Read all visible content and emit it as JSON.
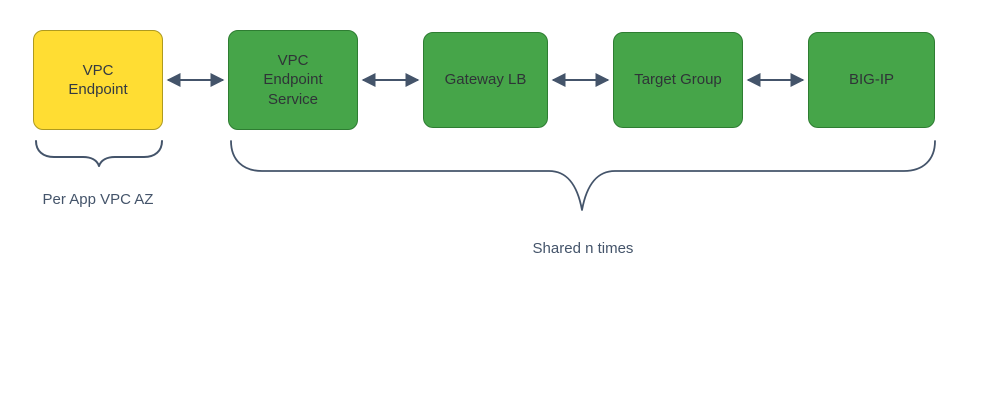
{
  "diagram": {
    "nodes": [
      {
        "id": "vpc-endpoint",
        "label": "VPC Endpoint",
        "style": "yellow"
      },
      {
        "id": "vpc-endpoint-service",
        "label": "VPC Endpoint Service",
        "style": "green"
      },
      {
        "id": "gateway-lb",
        "label": "Gateway LB",
        "style": "green"
      },
      {
        "id": "target-group",
        "label": "Target Group",
        "style": "green"
      },
      {
        "id": "big-ip",
        "label": "BIG-IP",
        "style": "green"
      }
    ],
    "connections": [
      {
        "from": "VPC Endpoint",
        "to": "VPC Endpoint Service",
        "type": "bidirectional-arrow"
      },
      {
        "from": "VPC Endpoint Service",
        "to": "Gateway LB",
        "type": "bidirectional-arrow"
      },
      {
        "from": "Gateway LB",
        "to": "Target Group",
        "type": "bidirectional-arrow"
      },
      {
        "from": "Target Group",
        "to": "BIG-IP",
        "type": "bidirectional-arrow"
      }
    ],
    "annotations": {
      "per_app": "Per App VPC AZ",
      "shared": "Shared n times"
    },
    "colors": {
      "yellow_fill": "#ffdd33",
      "yellow_border": "#ae9a1f",
      "green_fill": "#46a549",
      "green_border": "#2e7d32",
      "connector": "#44546a",
      "annotation_text": "#44546a",
      "node_text": "#333a42",
      "background": "#ffffff"
    }
  }
}
